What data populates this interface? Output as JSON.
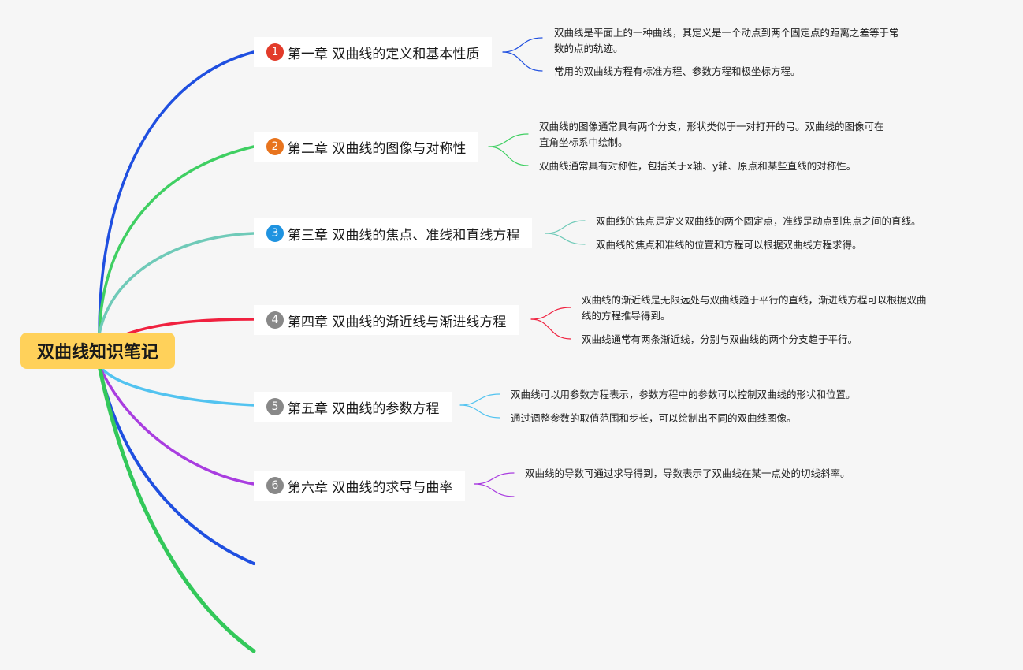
{
  "root": {
    "title": "双曲线知识笔记"
  },
  "colors": {
    "root_bg": "#ffd15a",
    "chapters": [
      "#1f4fe0",
      "#3fcf62",
      "#6fcab8",
      "#f0213f",
      "#52c3f0",
      "#a93de0"
    ],
    "badges": [
      "#e23b2a",
      "#e8741e",
      "#1f93e0",
      "#888888",
      "#888888",
      "#888888"
    ],
    "extra_lines": [
      "#1f4fe0",
      "#33c85a"
    ]
  },
  "chapters": [
    {
      "num": "1",
      "title": "第一章 双曲线的定义和基本性质",
      "notes": [
        [
          "双曲线是平面上的一种曲线，其定义是一个动点到两个固定点的距离之差等于常",
          "数的点的轨迹。"
        ],
        [
          "常用的双曲线方程有标准方程、参数方程和极坐标方程。"
        ]
      ]
    },
    {
      "num": "2",
      "title": "第二章 双曲线的图像与对称性",
      "notes": [
        [
          "双曲线的图像通常具有两个分支，形状类似于一对打开的弓。双曲线的图像可在",
          "直角坐标系中绘制。"
        ],
        [
          "双曲线通常具有对称性，包括关于x轴、y轴、原点和某些直线的对称性。"
        ]
      ]
    },
    {
      "num": "3",
      "title": "第三章 双曲线的焦点、准线和直线方程",
      "notes": [
        [
          "双曲线的焦点是定义双曲线的两个固定点，准线是动点到焦点之间的直线。"
        ],
        [
          "双曲线的焦点和准线的位置和方程可以根据双曲线方程求得。"
        ]
      ]
    },
    {
      "num": "4",
      "title": "第四章 双曲线的渐近线与渐进线方程",
      "notes": [
        [
          "双曲线的渐近线是无限远处与双曲线趋于平行的直线，渐进线方程可以根据双曲",
          "线的方程推导得到。"
        ],
        [
          "双曲线通常有两条渐近线，分别与双曲线的两个分支趋于平行。"
        ]
      ]
    },
    {
      "num": "5",
      "title": "第五章 双曲线的参数方程",
      "notes": [
        [
          "双曲线可以用参数方程表示，参数方程中的参数可以控制双曲线的形状和位置。"
        ],
        [
          "通过调整参数的取值范围和步长，可以绘制出不同的双曲线图像。"
        ]
      ]
    },
    {
      "num": "6",
      "title": "第六章 双曲线的求导与曲率",
      "notes": [
        [
          "双曲线的导数可通过求导得到，导数表示了双曲线在某一点处的切线斜率。"
        ]
      ]
    }
  ]
}
